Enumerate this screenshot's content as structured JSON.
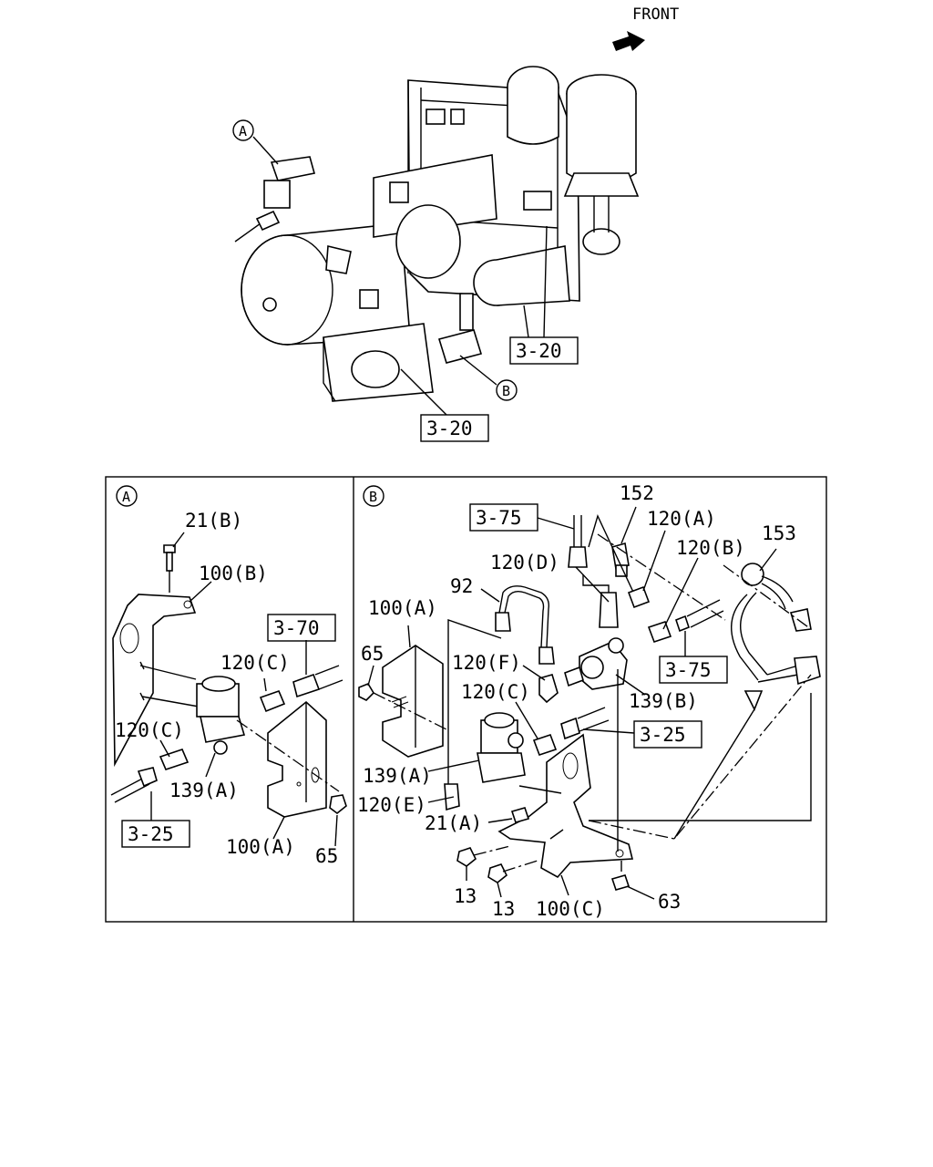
{
  "header": {
    "front_label": "FRONT"
  },
  "overview": {
    "callout_a": "A",
    "callout_b": "B",
    "ref_upper": "3-20",
    "ref_lower": "3-20"
  },
  "panel_a": {
    "title": "A",
    "labels": {
      "p21b": "21(B)",
      "p100b": "100(B)",
      "p120c_1": "120(C)",
      "p120c_2": "120(C)",
      "p139a": "139(A)",
      "p100a": "100(A)",
      "p65": "65"
    },
    "refs": {
      "r370": "3-70",
      "r325": "3-25"
    }
  },
  "panel_b": {
    "title": "B",
    "labels": {
      "p152": "152",
      "p120a": "120(A)",
      "p153": "153",
      "p120d": "120(D)",
      "p120b": "120(B)",
      "p92": "92",
      "p100a": "100(A)",
      "p65": "65",
      "p120f": "120(F)",
      "p120c": "120(C)",
      "p139b": "139(B)",
      "p139a": "139(A)",
      "p120e": "120(E)",
      "p21a": "21(A)",
      "p13_1": "13",
      "p13_2": "13",
      "p100c": "100(C)",
      "p63": "63"
    },
    "refs": {
      "r375_1": "3-75",
      "r375_2": "3-75",
      "r325": "3-25"
    }
  }
}
